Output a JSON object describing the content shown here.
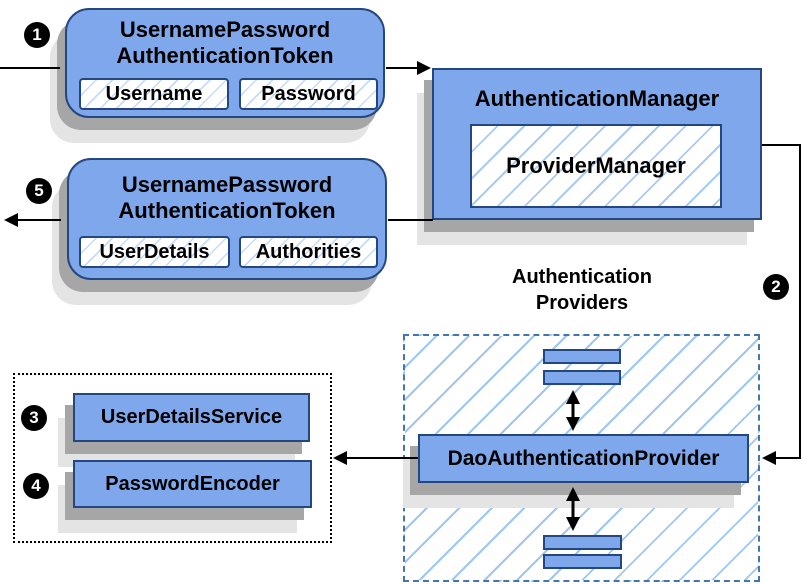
{
  "steps": {
    "s1": "1",
    "s2": "2",
    "s3": "3",
    "s4": "4",
    "s5": "5"
  },
  "request_token": {
    "title_line1": "UsernamePassword",
    "title_line2": "AuthenticationToken",
    "fields": [
      "Username",
      "Password"
    ]
  },
  "authentication_manager": {
    "title": "AuthenticationManager",
    "inner_box": "ProviderManager"
  },
  "response_token": {
    "title_line1": "UsernamePassword",
    "title_line2": "AuthenticationToken",
    "fields": [
      "UserDetails",
      "Authorities"
    ]
  },
  "providers_group": {
    "title_line1": "Authentication",
    "title_line2": "Providers",
    "main_provider": "DaoAuthenticationProvider"
  },
  "services": {
    "user_details_service": "UserDetailsService",
    "password_encoder": "PasswordEncoder"
  },
  "colors": {
    "box_fill": "#7fa8ec",
    "box_border": "#24477f",
    "hatch_line": "#a9cbf0",
    "dashed_border": "#4575ad",
    "dotted_border": "#000000",
    "shadow_dark": "#a6a6a6",
    "shadow_light": "#e4e4e4",
    "connector": "#000000",
    "badge_background": "#000000",
    "badge_text": "#ffffff"
  }
}
